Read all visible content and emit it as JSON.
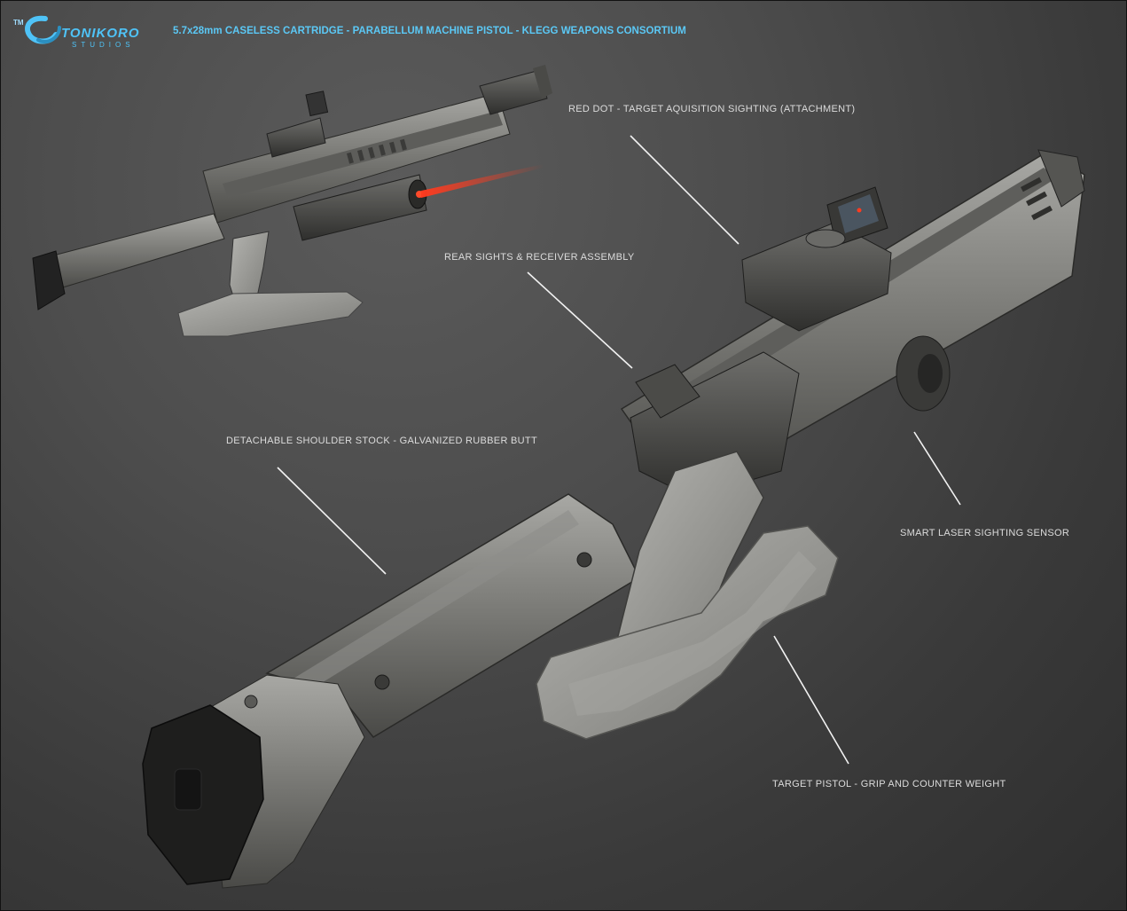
{
  "logo": {
    "tm": "TM",
    "brand": "TONIKORO",
    "sub": "STUDIOS",
    "accent_color": "#4fc3f7"
  },
  "header": {
    "title": "5.7x28mm CASELESS CARTRIDGE - PARABELLUM MACHINE PISTOL  - KLEGG WEAPONS CONSORTIUM"
  },
  "callouts": [
    {
      "id": "red-dot",
      "text": "RED DOT - TARGET AQUISITION SIGHTING (ATTACHMENT)"
    },
    {
      "id": "rear-sights",
      "text": "REAR SIGHTS & RECEIVER ASSEMBLY"
    },
    {
      "id": "shoulder-stock",
      "text": "DETACHABLE SHOULDER STOCK - GALVANIZED RUBBER BUTT"
    },
    {
      "id": "laser-sensor",
      "text": "SMART LASER SIGHTING SENSOR"
    },
    {
      "id": "grip",
      "text": "TARGET PISTOL -  GRIP AND COUNTER WEIGHT"
    }
  ],
  "colors": {
    "laser": "#ff3b1f",
    "metal_light": "#9a9a96",
    "metal_dark": "#3c3c3a",
    "rubber": "#1c1c1c",
    "callout_line": "#f2f2f2"
  }
}
